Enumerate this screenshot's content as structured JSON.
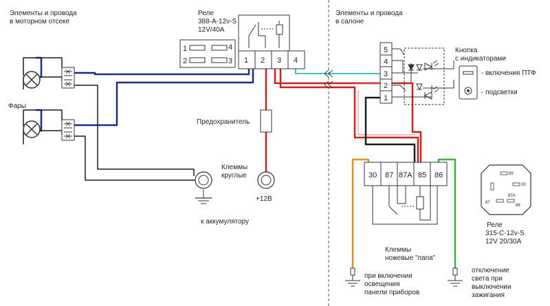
{
  "sections": {
    "engine_title": [
      "Элементы и провода",
      "в моторном отсеке"
    ],
    "cabin_title": [
      "Элементы и провода",
      "в салоне"
    ]
  },
  "relay_main": {
    "lines": [
      "Реле",
      "388-A-12v-S",
      "12V/40A"
    ],
    "pins": [
      "1",
      "2",
      "3",
      "4"
    ],
    "socket_pins": {
      "tl": "1",
      "tr": "4",
      "bl": "2",
      "br": "3"
    }
  },
  "headlights_label": "Фары",
  "fuse_label": "Предохранитель",
  "terminals_round": [
    "Клеммы",
    "круглые"
  ],
  "plus12v": "+12В",
  "to_battery": "к аккумулятору",
  "button": {
    "title": [
      "Кнопка",
      "с индикаторами"
    ],
    "pins": [
      "5",
      "4",
      "3",
      "2",
      "1"
    ],
    "fog_label": "- включения ПТФ",
    "backlight_label": "- подсветки"
  },
  "relay_cabin": {
    "pins": [
      "30",
      "87",
      "87A",
      "85",
      "86"
    ]
  },
  "relay_small": {
    "lines": [
      "Реле",
      "315-C-12v-S",
      "12V 20/30A"
    ],
    "pins": {
      "p85": "85",
      "p30": "30",
      "p87": "87",
      "p87a": "87A",
      "p86": "86"
    }
  },
  "terminals_blade": [
    "Клеммы",
    "ножевые \"папа\""
  ],
  "ground_left": [
    "при включении",
    "освещения",
    "панели приборов"
  ],
  "ground_right": [
    "отключение",
    "света при",
    "выключении",
    "зажигания"
  ],
  "colors": {
    "wire_blue": "#1a2a8c",
    "wire_black": "#1a1a1a",
    "wire_red": "#cc1f1a",
    "wire_cyan": "#38c8c0",
    "wire_orange": "#e0901a",
    "wire_green": "#3cb043",
    "wire_gray": "#555555"
  }
}
